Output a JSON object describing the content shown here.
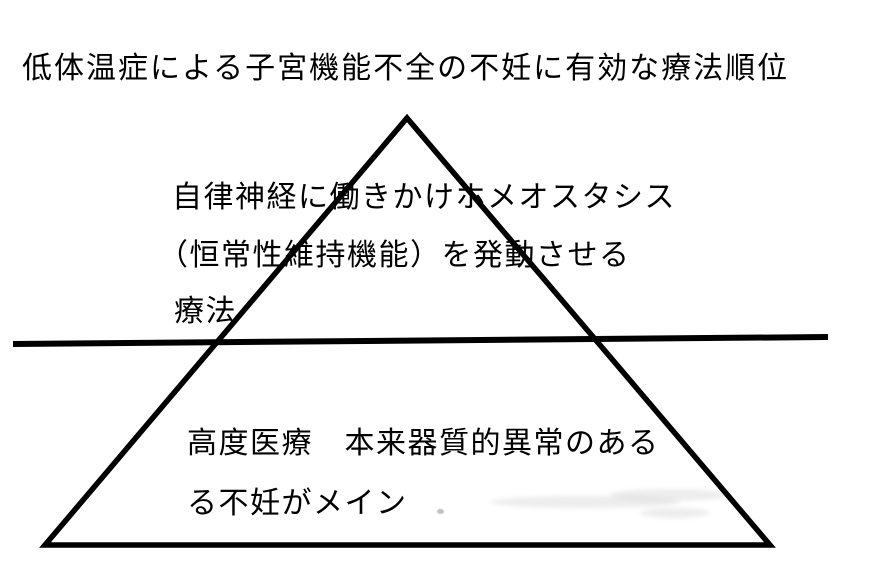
{
  "title": "低体温症による子宮機能不全の不妊に有効な療法順位",
  "diagram": {
    "type": "pyramid",
    "upper_tier": {
      "line1": "自律神経に働きかけホメオスタシス",
      "line2": "（恒常性維持機能）を発動させる",
      "line3": "療法"
    },
    "lower_tier": {
      "line1": "高度医療　本来器質的異常のある",
      "line2": "る不妊がメイン"
    },
    "colors": {
      "line": "#000000",
      "text": "#000000",
      "background": "#ffffff"
    }
  }
}
